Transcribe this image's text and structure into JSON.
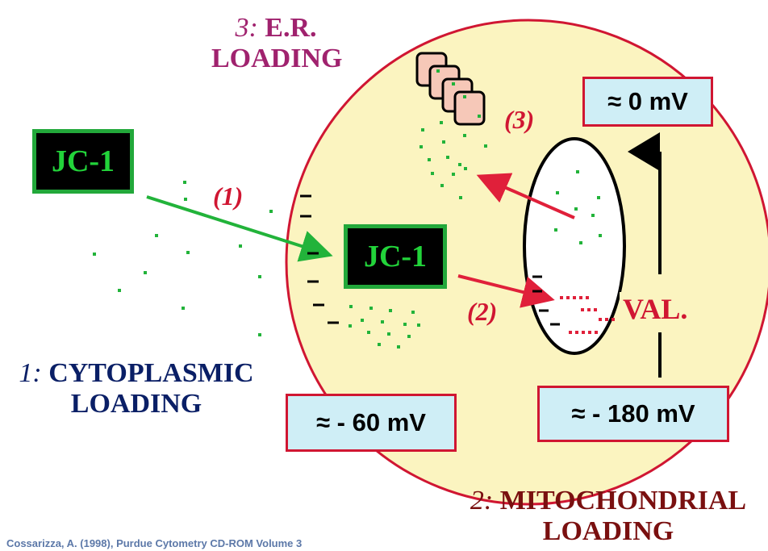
{
  "labels": {
    "er_number": "3:",
    "er_line1": "E.R.",
    "er_line2": "LOADING",
    "cyto_number": "1:",
    "cyto_line1": "CYTOPLASMIC",
    "cyto_line2": "LOADING",
    "mito_number": "2:",
    "mito_line1": "MITOCHONDRIAL",
    "mito_line2": "LOADING"
  },
  "dye": {
    "outside": "JC-1",
    "inside": "JC-1"
  },
  "potentials": {
    "top": "≈ 0 mV",
    "cell": "≈ - 60 mV",
    "mito": "≈ - 180 mV"
  },
  "steps": {
    "one": "(1)",
    "two": "(2)",
    "three": "(3)"
  },
  "valinomycin": "VAL.",
  "charges": "-",
  "credit": "Cossarizza, A. (1998), Purdue Cytometry CD-ROM Volume 3",
  "colors": {
    "cell_fill": "#fbf4c0",
    "cell_border": "#d01632",
    "dye_green": "#22b33a",
    "arrow_red": "#e0203a",
    "box_fill": "#cfeef6",
    "er_fill": "#f6c8b8"
  }
}
